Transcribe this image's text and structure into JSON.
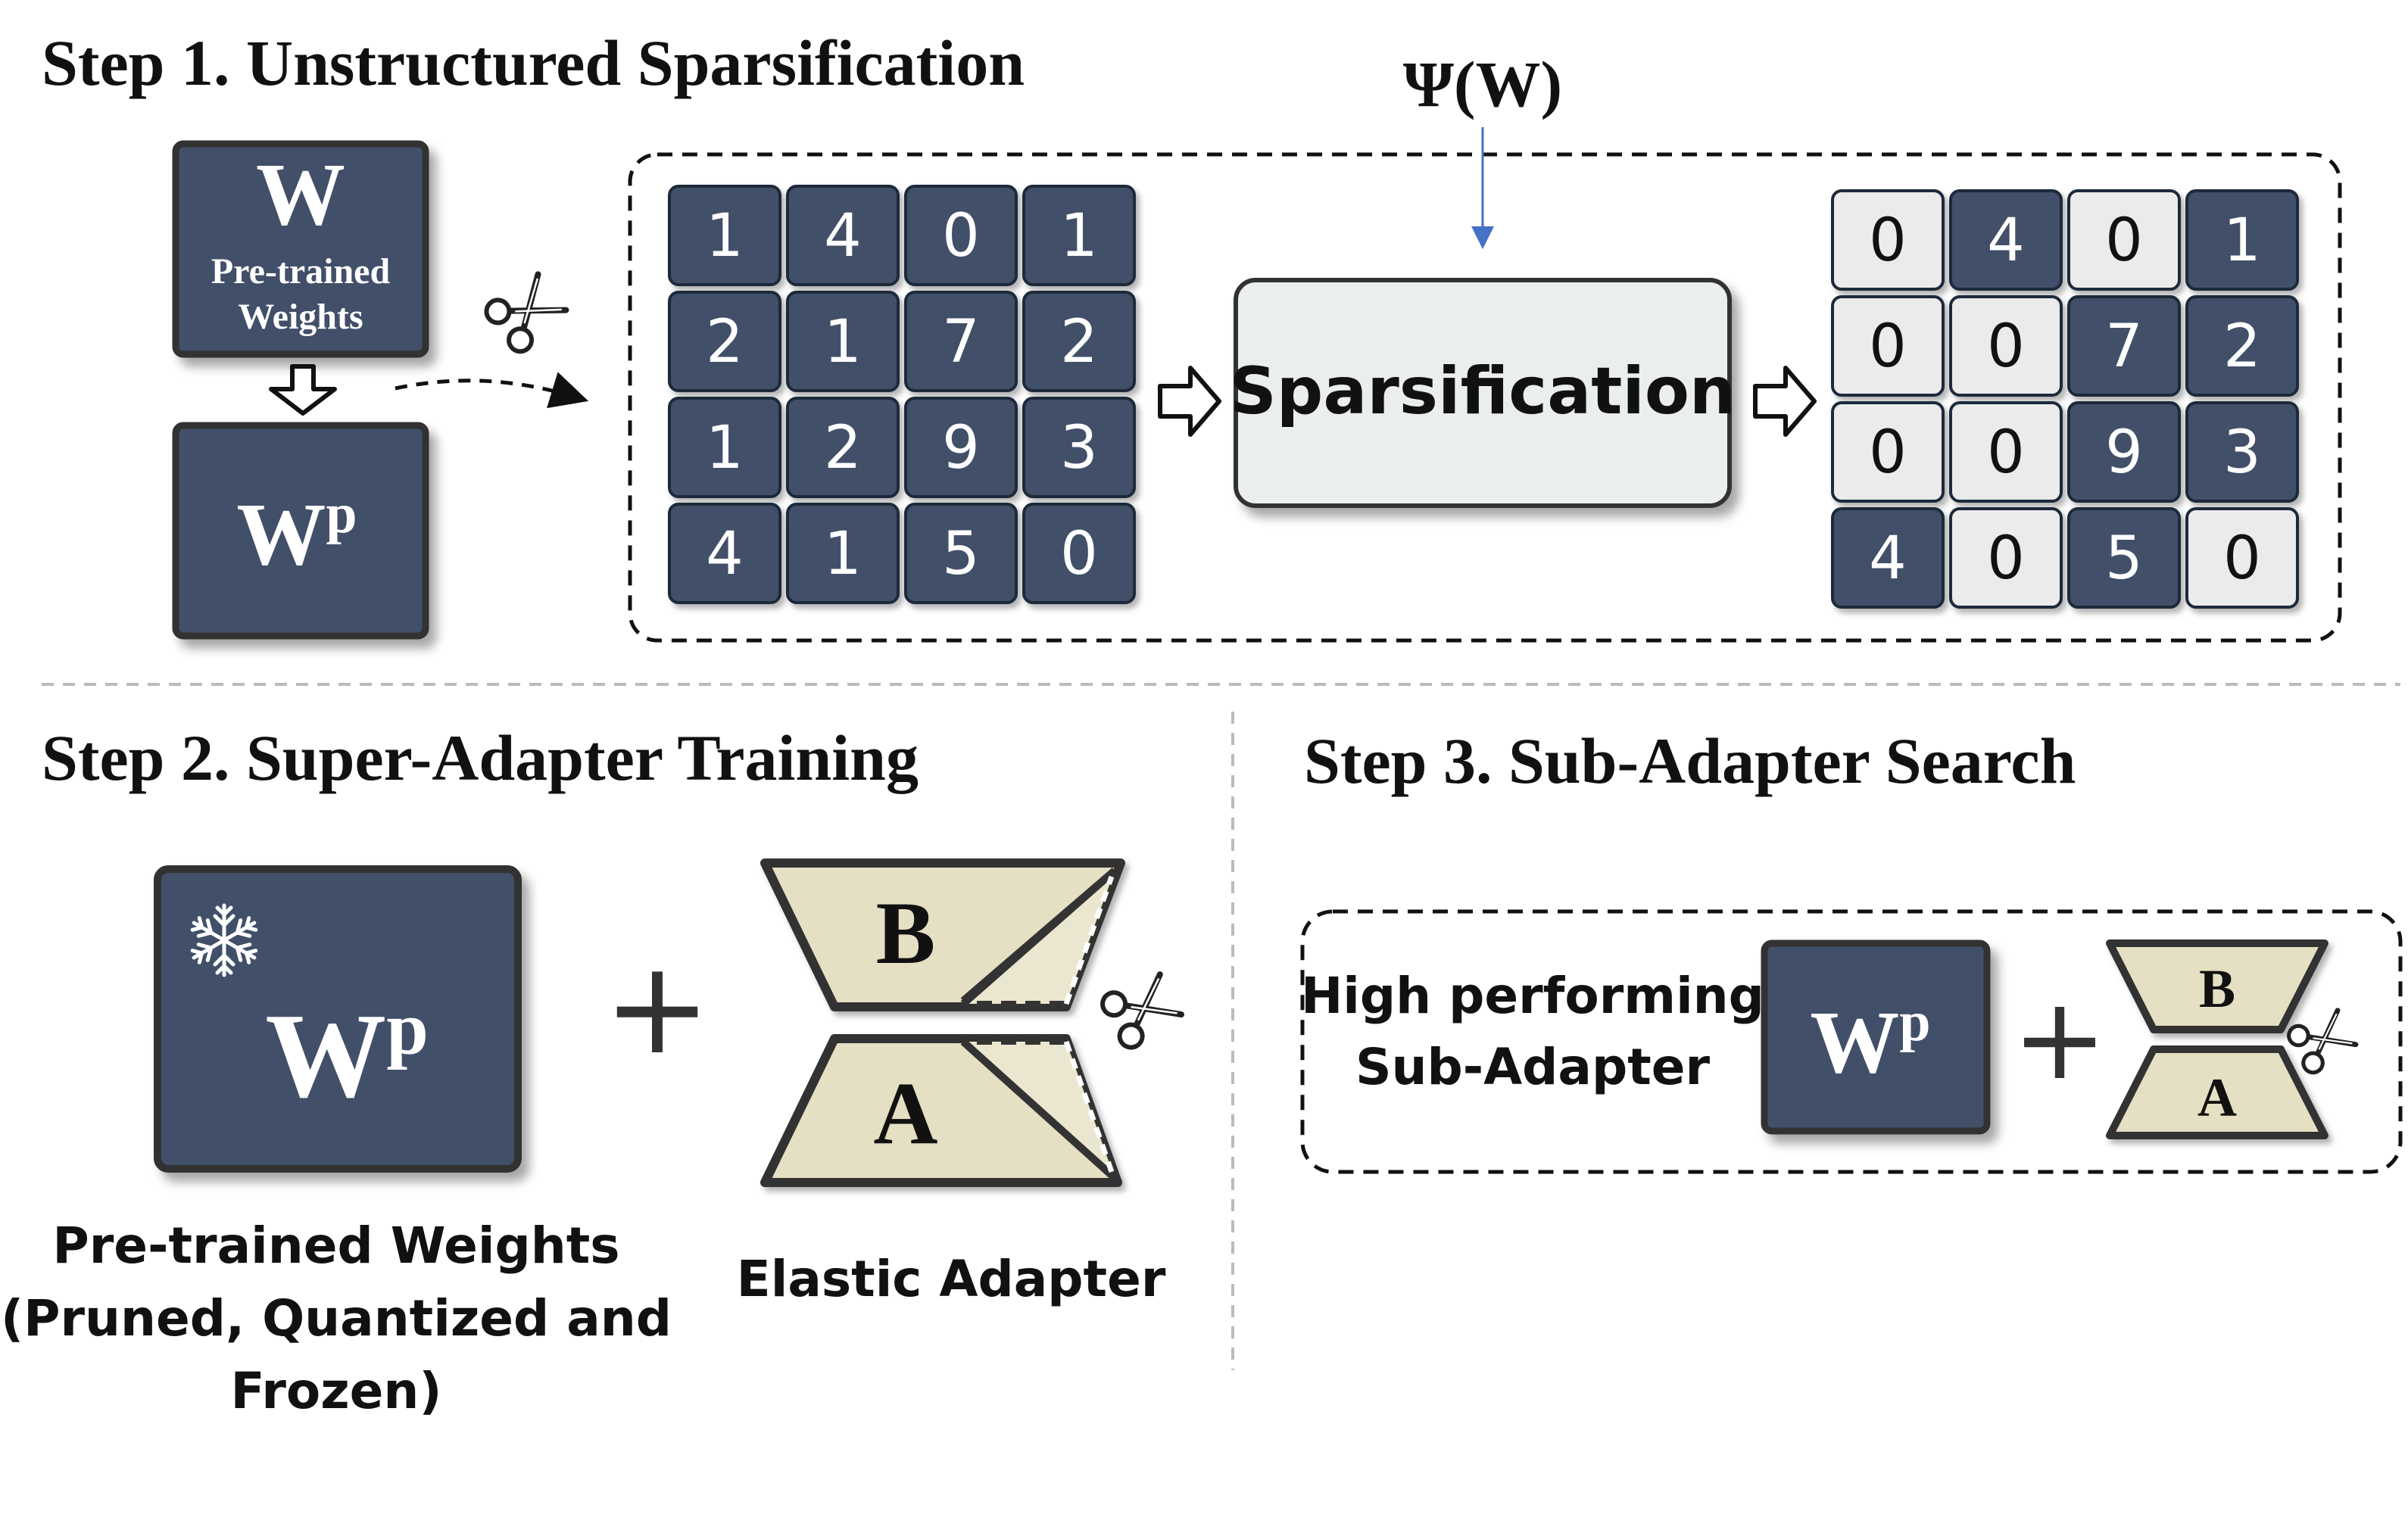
{
  "colors": {
    "dark_cell": "#425069",
    "light_cell": "#ebebeb",
    "adapter_fill": "#e5dfc3",
    "arrow_blue": "#4472c4"
  },
  "step1": {
    "title": "Step 1. Unstructured Sparsification",
    "w_label": "W",
    "w_sublabel_line1": "Pre-trained",
    "w_sublabel_line2": "Weights",
    "wp_label": "W",
    "wp_sup": "p",
    "psi_label": "Ψ(W)",
    "sparsification_label": "Sparsification",
    "input_matrix": [
      [
        1,
        4,
        0,
        1
      ],
      [
        2,
        1,
        7,
        2
      ],
      [
        1,
        2,
        9,
        3
      ],
      [
        4,
        1,
        5,
        0
      ]
    ],
    "output_matrix": [
      [
        0,
        4,
        0,
        1
      ],
      [
        0,
        0,
        7,
        2
      ],
      [
        0,
        0,
        9,
        3
      ],
      [
        4,
        0,
        5,
        0
      ]
    ]
  },
  "step2": {
    "title": "Step 2. Super-Adapter Training",
    "wp_label": "W",
    "wp_sup": "p",
    "plus": "+",
    "adapter_b": "B",
    "adapter_a": "A",
    "caption_weights_line1": "Pre-trained Weights",
    "caption_weights_line2": "(Pruned, Quantized and",
    "caption_weights_line3": "Frozen)",
    "caption_adapter": "Elastic Adapter"
  },
  "step3": {
    "title": "Step 3. Sub-Adapter Search",
    "label_line1": "High performing",
    "label_line2": "Sub-Adapter",
    "wp_label": "W",
    "wp_sup": "p",
    "plus": "+",
    "adapter_b": "B",
    "adapter_a": "A"
  }
}
